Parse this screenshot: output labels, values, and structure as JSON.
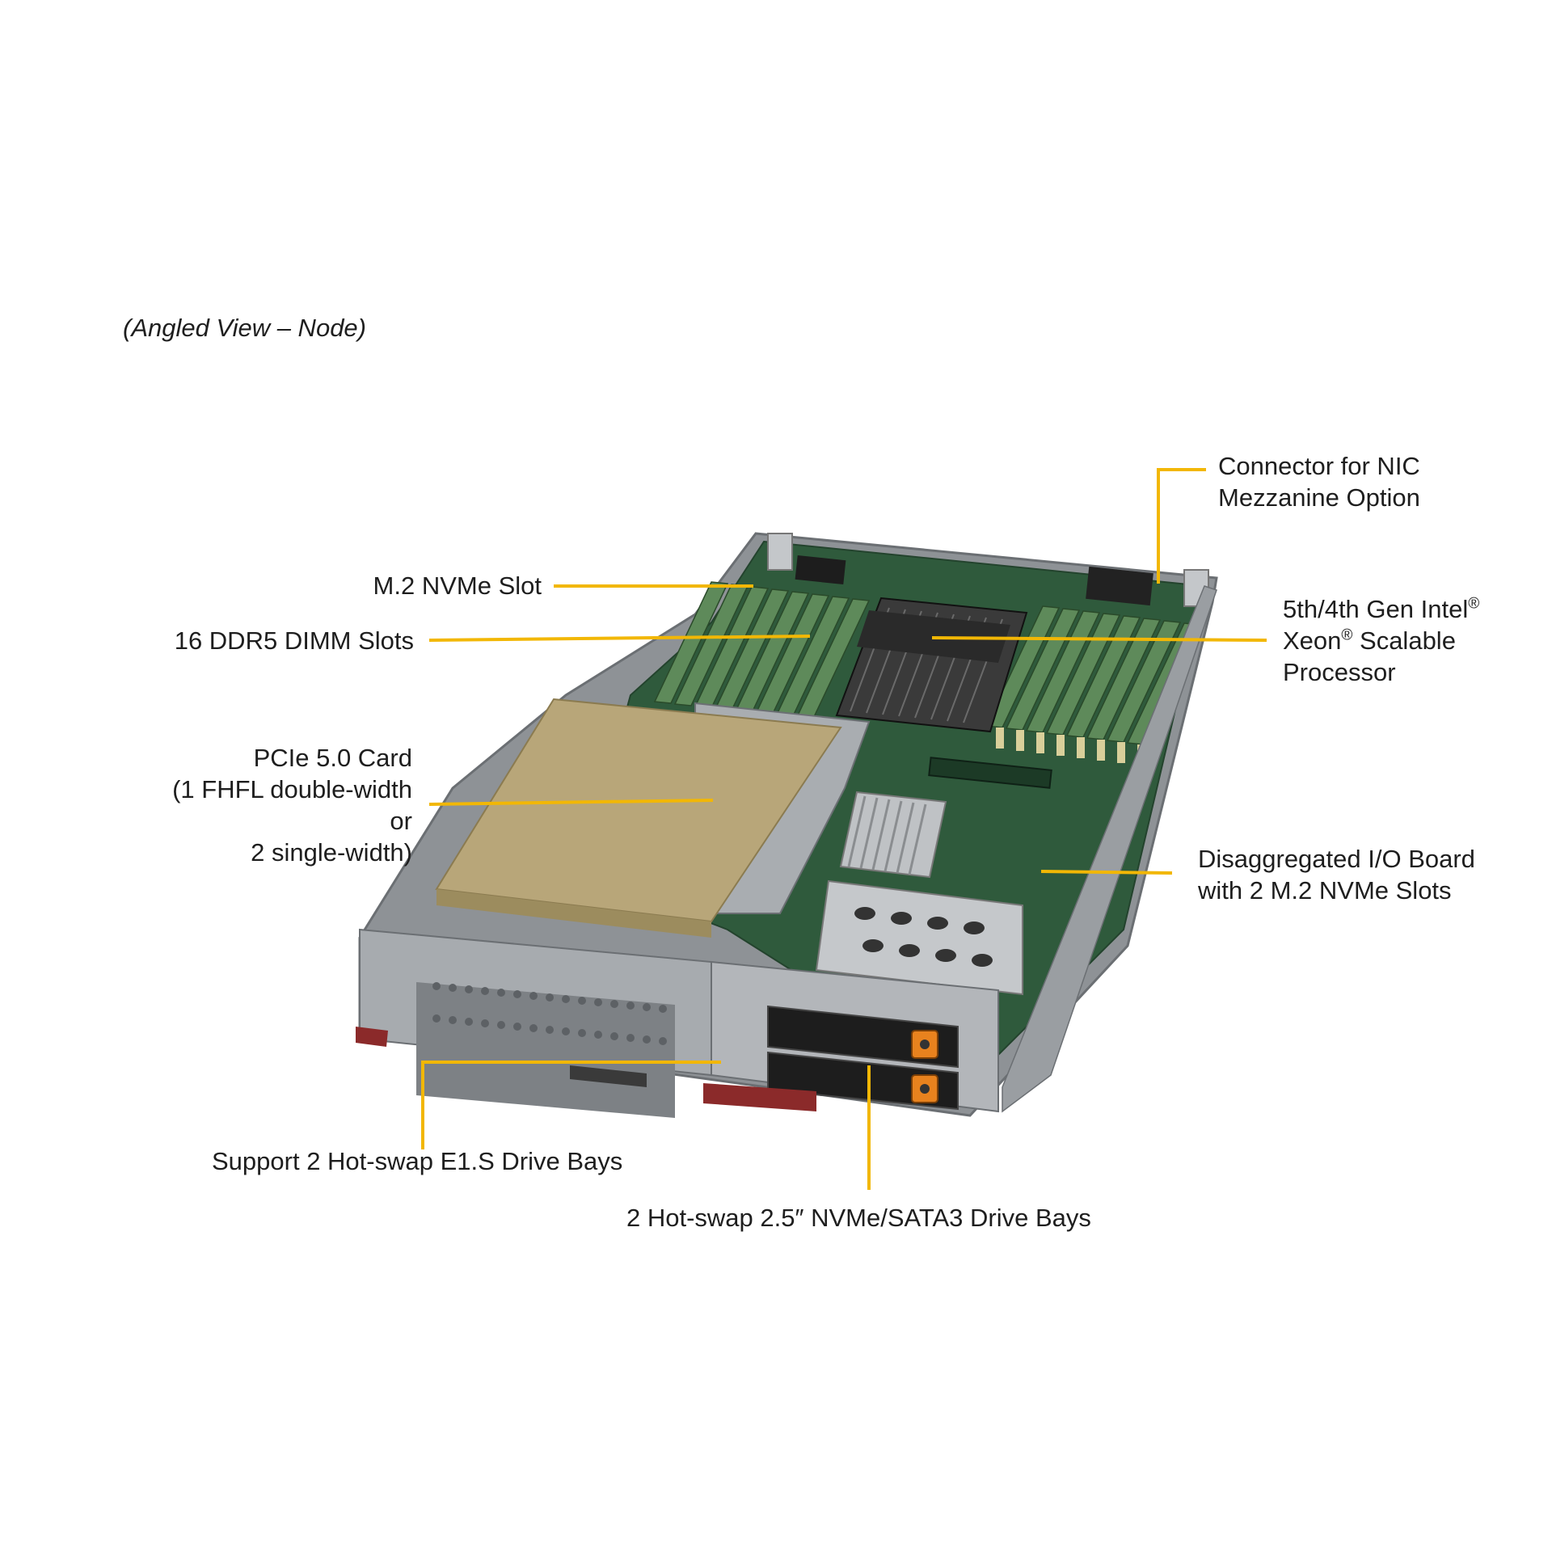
{
  "caption": "(Angled View – Node)",
  "callouts": {
    "nic": [
      "Connector for NIC",
      "Mezzanine Option"
    ],
    "m2_slot": "M.2 NVMe Slot",
    "dimm": "16 DDR5 DIMM Slots",
    "cpu": {
      "line1_a": "5th/4th Gen Intel",
      "line1_sup": "®",
      "line2_a": "Xeon",
      "line2_sup": "®",
      "line2_b": " Scalable",
      "line3": "Processor"
    },
    "pcie": [
      "PCIe 5.0 Card",
      "(1 FHFL double-width",
      "or",
      "2 single-width)"
    ],
    "io_board": [
      "Disaggregated I/O Board",
      "with 2 M.2 NVMe Slots"
    ],
    "e1s": "Support 2 Hot-swap E1.S Drive Bays",
    "drives": "2 Hot-swap 2.5″ NVMe/SATA3 Drive Bays"
  },
  "colors": {
    "leader": "#f2b705",
    "chassis": "#b9bcc0",
    "board": "#2f5a3c",
    "dimm": "#5e8a5a",
    "card": "#b8a679",
    "heatsink": "#3a3a3a",
    "drive_latch": "#e8821e",
    "handle": "#8b2a2a"
  }
}
